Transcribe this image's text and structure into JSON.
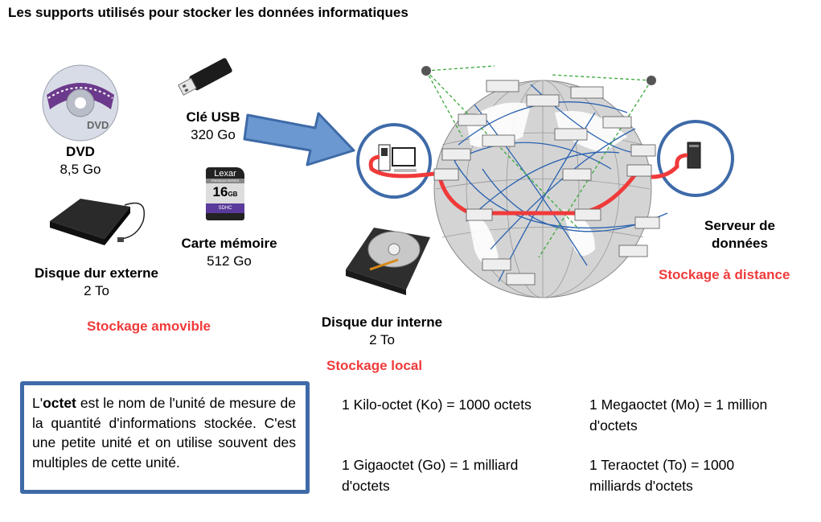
{
  "title": "Les supports utilisés pour stocker les données  informatiques",
  "devices": {
    "dvd": {
      "name": "DVD",
      "capacity": "8,5 Go"
    },
    "usb": {
      "name": "Clé USB",
      "capacity": "320 Go"
    },
    "sd_card": {
      "name": "Carte mémoire",
      "capacity": "512 Go",
      "brand": "Lexar",
      "series": "PREMIUM SERIES",
      "size": "16",
      "size_unit": "GB",
      "type": "SDHC"
    },
    "external_hdd": {
      "name": "Disque dur externe",
      "capacity": "2 To"
    },
    "internal_hdd": {
      "name": "Disque dur interne",
      "capacity": "2 To"
    },
    "server": {
      "name_line1": "Serveur de",
      "name_line2": "données"
    }
  },
  "categories": {
    "removable": "Stockage amovible",
    "local": "Stockage local",
    "remote": "Stockage à distance"
  },
  "colors": {
    "accent_red": "#f03a3a",
    "accent_blue": "#3e6aa8",
    "arrow_fill": "#6b98d0",
    "globe": "#cfcfcf",
    "link_blue": "#2a62b0",
    "link_green": "#3aa83a"
  },
  "info": {
    "prefix": "L'",
    "bold_word": "octet",
    "text": " est le nom de l'unité de mesure de la quantité d'informations stockée. C'est une petite unité et on utilise souvent des multiples de cette unité."
  },
  "units": [
    {
      "line1": "1 Kilo-octet (Ko) = 1000 octets",
      "line2": ""
    },
    {
      "line1": "1 Megaoctet (Mo) = 1 million",
      "line2": "d'octets"
    },
    {
      "line1": "1 Gigaoctet (Go) = 1 milliard",
      "line2": "d'octets"
    },
    {
      "line1": "1 Teraoctet (To) = 1000",
      "line2": "milliards d'octets"
    }
  ]
}
